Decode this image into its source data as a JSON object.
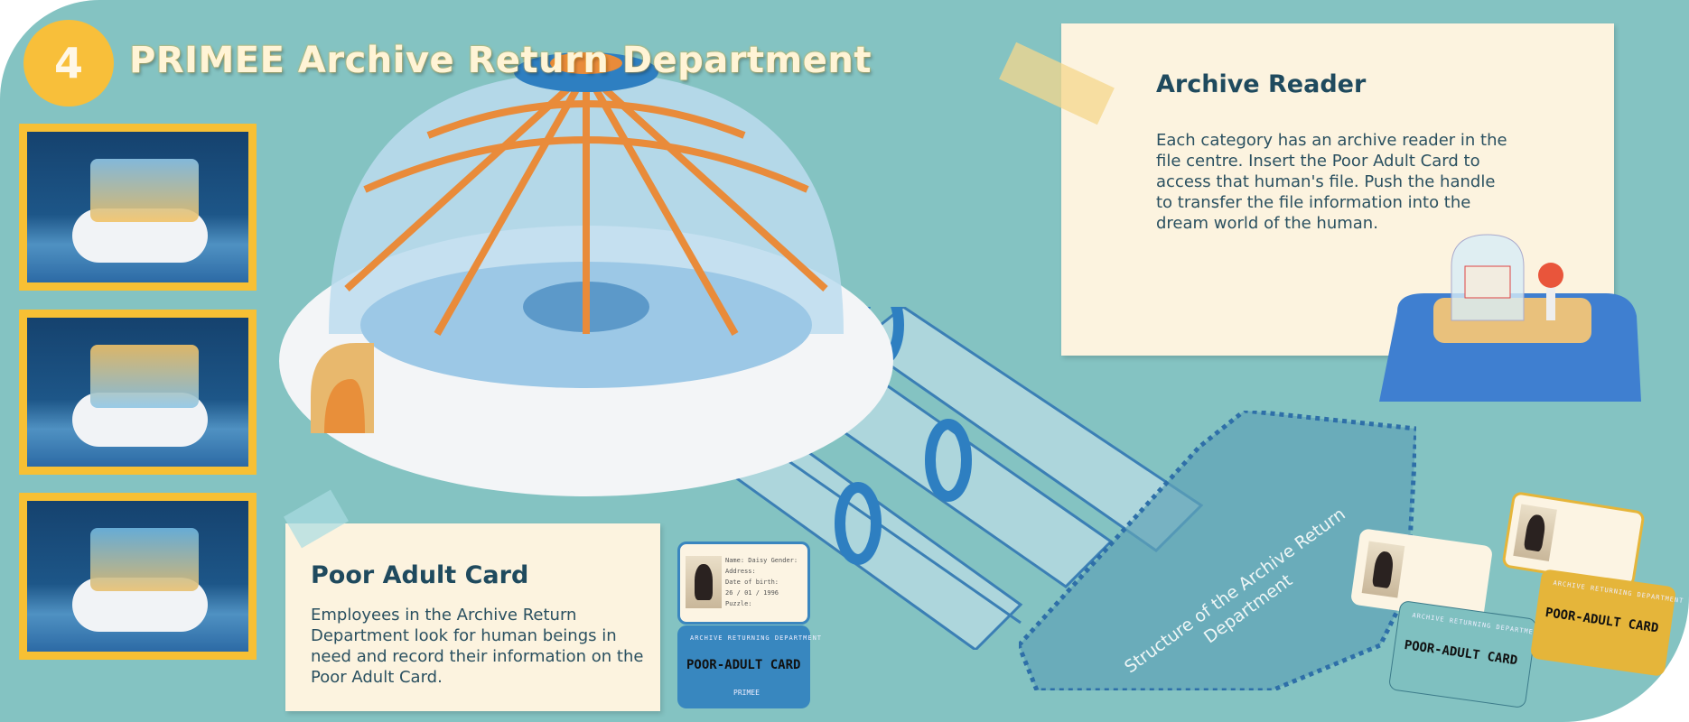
{
  "header": {
    "number": "4",
    "title": "PRIMEE Archive Return Department"
  },
  "archive_reader": {
    "title": "Archive Reader",
    "body": "Each category has an archive reader in the file centre. Insert the Poor Adult Card to access that human's file. Push the handle to transfer the file information into the dream world of the human."
  },
  "poor_adult_card": {
    "title": "Poor Adult Card",
    "body": "Employees in the Archive Return Department look for human beings in need and record their information on the Poor Adult Card."
  },
  "structure_label": "Structure of the Archive Return Department",
  "card": {
    "header": "ARCHIVE RETURNING DEPARTMENT",
    "title": "POOR-ADULT CARD",
    "name_label": "Name:",
    "name_value": "Daisy",
    "gender_label": "Gender:",
    "address_label": "Address:",
    "dob_label": "Date of birth:",
    "dob_value": "26 / 01 / 1996",
    "puzzle_label": "Puzzle:",
    "logo": "PRIMEE"
  },
  "colors": {
    "background": "#84c3c2",
    "accent_yellow": "#f7c034",
    "note": "#fcf3df",
    "card_blue": "#3887bf",
    "card_teal": "#7fc0c0",
    "card_gold": "#e5b53a"
  }
}
